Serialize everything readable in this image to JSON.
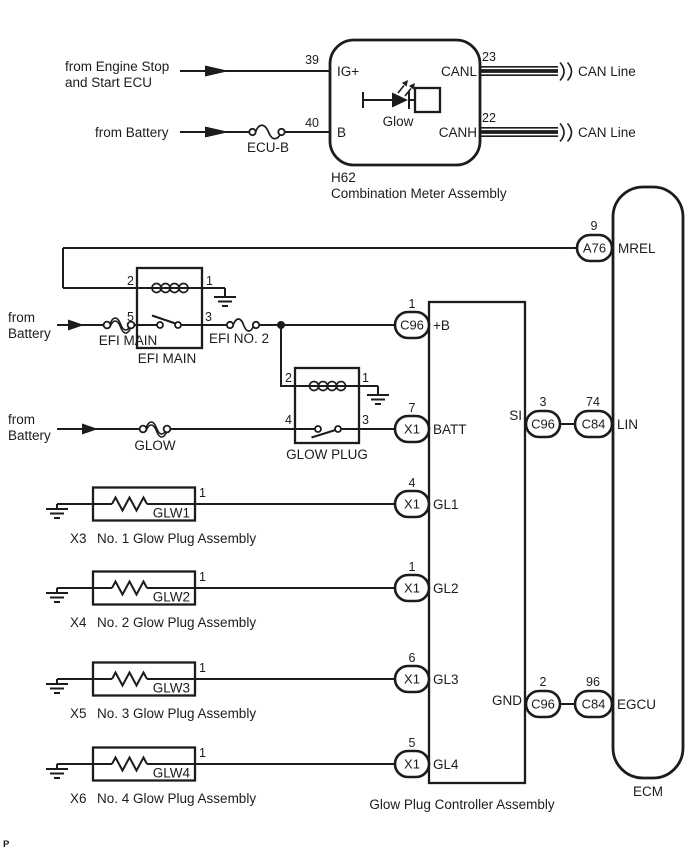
{
  "colors": {
    "ink": "#1c1c1c",
    "background": "#ffffff"
  },
  "footnote": "P",
  "sources": {
    "engine_stop_1": "from Engine Stop",
    "engine_stop_2": "and Start ECU",
    "battery_top": "from Battery",
    "battery_mid_1": "from",
    "battery_mid_2": "Battery",
    "battery_low_1": "from",
    "battery_low_2": "Battery"
  },
  "meter": {
    "id": "H62",
    "name": "Combination Meter Assembly",
    "indicator": "Glow",
    "pin_ig": "39",
    "ig": "IG+",
    "pin_b": "40",
    "b": "B",
    "pin_canl": "23",
    "canl": "CANL",
    "pin_canh": "22",
    "canh": "CANH",
    "can_line": "CAN Line"
  },
  "fuses": {
    "ecu_b": "ECU-B",
    "efi_main": "EFI MAIN",
    "efi_no2": "EFI NO. 2",
    "glow": "GLOW"
  },
  "relays": {
    "efi_main": {
      "label": "EFI MAIN",
      "tl": "2",
      "tr": "1",
      "bl": "5",
      "br": "3"
    },
    "glow_plug": {
      "label": "GLOW PLUG",
      "tl": "2",
      "tr": "1",
      "bl": "4",
      "br": "3"
    }
  },
  "controller": {
    "label": "Glow Plug Controller Assembly",
    "si": "SI",
    "gnd": "GND",
    "terminals": [
      {
        "pin": "1",
        "conn": "C96",
        "label": "+B"
      },
      {
        "pin": "7",
        "conn": "X1",
        "label": "BATT"
      },
      {
        "pin": "4",
        "conn": "X1",
        "label": "GL1"
      },
      {
        "pin": "1",
        "conn": "X1",
        "label": "GL2"
      },
      {
        "pin": "6",
        "conn": "X1",
        "label": "GL3"
      },
      {
        "pin": "5",
        "conn": "X1",
        "label": "GL4"
      }
    ]
  },
  "glow_plugs": [
    {
      "id": "X3",
      "caption": "No. 1 Glow Plug Assembly",
      "part": "GLW1",
      "pin": "1"
    },
    {
      "id": "X4",
      "caption": "No. 2 Glow Plug Assembly",
      "part": "GLW2",
      "pin": "1"
    },
    {
      "id": "X5",
      "caption": "No. 3 Glow Plug Assembly",
      "part": "GLW3",
      "pin": "1"
    },
    {
      "id": "X6",
      "caption": "No. 4 Glow Plug Assembly",
      "part": "GLW4",
      "pin": "1"
    }
  ],
  "ecm": {
    "label": "ECM",
    "mrel": {
      "pin": "9",
      "conn": "A76",
      "label": "MREL"
    },
    "lin": {
      "pin_a": "3",
      "conn_a": "C96",
      "pin_b": "74",
      "conn_b": "C84",
      "label": "LIN"
    },
    "egcu": {
      "pin_a": "2",
      "conn_a": "C96",
      "pin_b": "96",
      "conn_b": "C84",
      "label": "EGCU"
    }
  }
}
